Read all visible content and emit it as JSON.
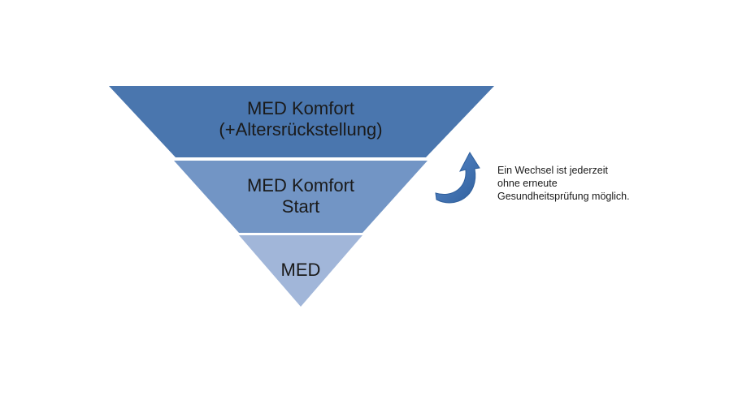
{
  "pyramid": {
    "tiers": [
      {
        "lines": [
          "MED Komfort",
          "(+Altersrückstellung)"
        ],
        "color": "#4a76ae"
      },
      {
        "lines": [
          "MED Komfort",
          "Start"
        ],
        "color": "#7295c5"
      },
      {
        "lines": [
          "MED"
        ],
        "color": "#a1b6d9"
      }
    ]
  },
  "note": {
    "lines": [
      "Ein Wechsel ist jederzeit",
      "ohne erneute",
      "Gesundheitsprüfung möglich."
    ]
  },
  "arrow": {
    "icon": "curved-up-arrow-icon",
    "color": "#3c6eaa"
  }
}
